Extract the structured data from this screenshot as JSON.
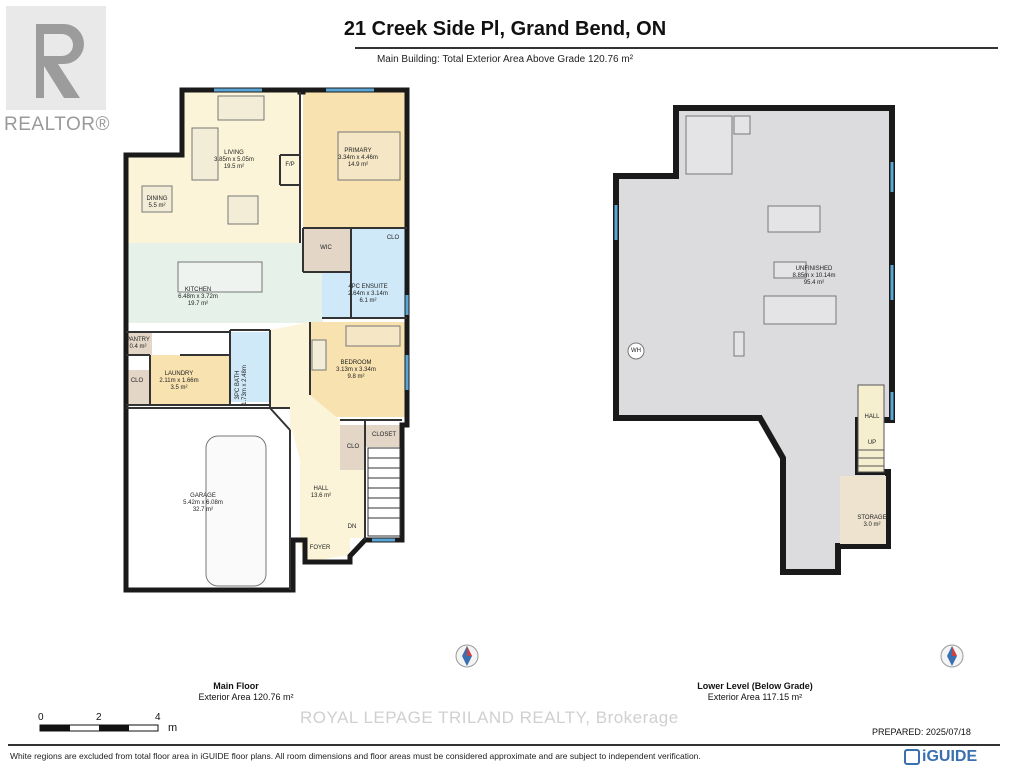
{
  "header": {
    "title": "21 Creek Side Pl, Grand Bend, ON",
    "subtitle": "Main Building: Total Exterior Area Above Grade 120.76 m²"
  },
  "branding": {
    "realtor_text": "REALTOR®",
    "watermark": "ROYAL LEPAGE TRILAND REALTY, Brokerage",
    "iguide": "iGUIDE"
  },
  "main_floor": {
    "title": "Main Floor",
    "area": "Exterior Area 120.76 m²",
    "rooms": [
      {
        "name": "LIVING",
        "dims": "3.85m x 5.05m",
        "area": "19.5 m²"
      },
      {
        "name": "PRIMARY",
        "dims": "3.34m x 4.46m",
        "area": "14.9 m²"
      },
      {
        "name": "DINING",
        "dims": "",
        "area": "5.5 m²"
      },
      {
        "name": "KITCHEN",
        "dims": "6.48m x 3.72m",
        "area": "19.7 m²"
      },
      {
        "name": "4PC ENSUITE",
        "dims": "2.64m x 3.14m",
        "area": "6.1 m²"
      },
      {
        "name": "BEDROOM",
        "dims": "3.13m x 3.34m",
        "area": "9.8 m²"
      },
      {
        "name": "LAUNDRY",
        "dims": "2.11m x 1.66m",
        "area": "3.5 m²"
      },
      {
        "name": "PANTRY",
        "dims": "",
        "area": "0.4 m²"
      },
      {
        "name": "3PC BATH",
        "dims": "1.73m x 2.48m",
        "area": ""
      },
      {
        "name": "GARAGE",
        "dims": "5.42m x 6.08m",
        "area": "32.7 m²"
      },
      {
        "name": "HALL",
        "dims": "",
        "area": "13.6 m²"
      }
    ],
    "labels": {
      "fp": "F/P",
      "wic": "WIC",
      "clo": "CLO",
      "closet": "CLOSET",
      "foyer": "FOYER",
      "dn": "DN"
    }
  },
  "lower_level": {
    "title": "Lower Level (Below Grade)",
    "area": "Exterior Area 117.15 m²",
    "unfinished": {
      "name": "UNFINISHED",
      "dims": "8.85m x 10.14m",
      "area": "95.4 m²"
    },
    "storage": {
      "name": "STORAGE",
      "area": "3.0 m²"
    },
    "labels": {
      "hall": "HALL",
      "up": "UP",
      "wh": "WH"
    }
  },
  "scale": {
    "ticks": [
      "0",
      "2",
      "4"
    ],
    "unit": "m"
  },
  "prepared": "PREPARED: 2025/07/18",
  "disclaimer": "White regions are excluded from total floor area in iGUIDE floor plans. All room dimensions and floor areas must be considered approximate and are subject to independent verification."
}
